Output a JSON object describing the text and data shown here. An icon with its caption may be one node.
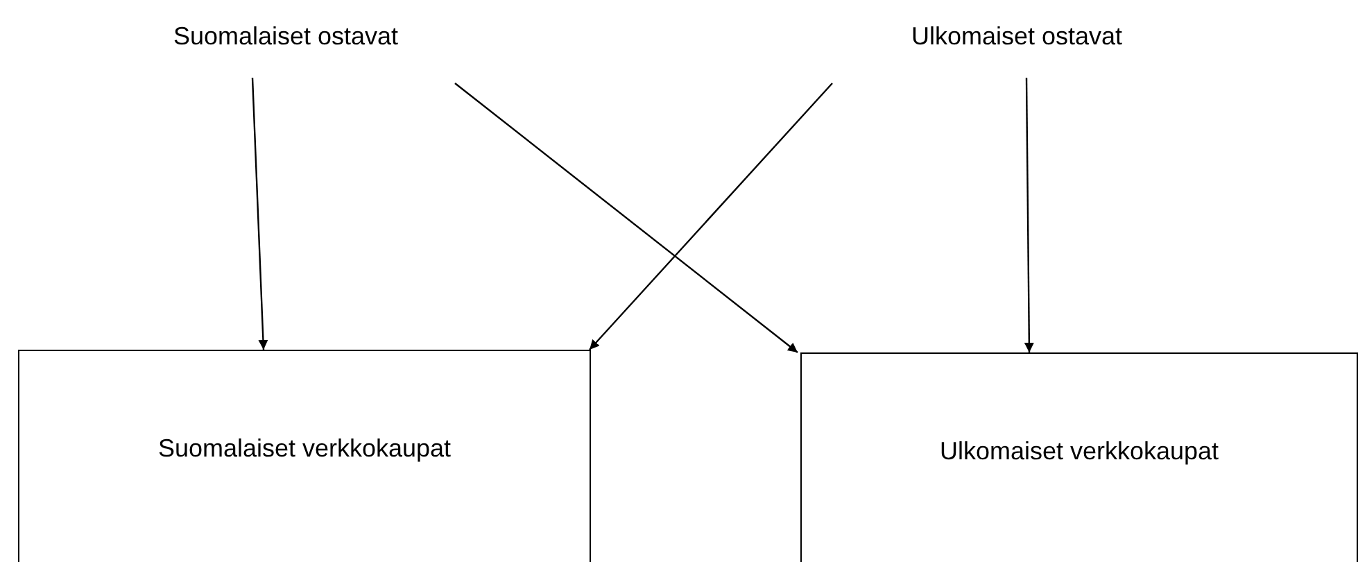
{
  "diagram": {
    "nodes": [
      {
        "text": [
          "Suomalaiset ostavat"
        ]
      },
      {
        "text": [
          "Ulkomaiset ostavat"
        ]
      },
      {
        "text": [
          "Suomalaiset verkkokaupat"
        ]
      },
      {
        "text": [
          "Ulkomaiset verkkokaupat"
        ]
      }
    ],
    "edges": [
      {
        "from": 0,
        "to": 2,
        "arrow": "to"
      },
      {
        "from": 0,
        "to": 3,
        "arrow": "to"
      },
      {
        "from": 1,
        "to": 2,
        "arrow": "to"
      },
      {
        "from": 1,
        "to": 3,
        "arrow": "to"
      }
    ]
  }
}
